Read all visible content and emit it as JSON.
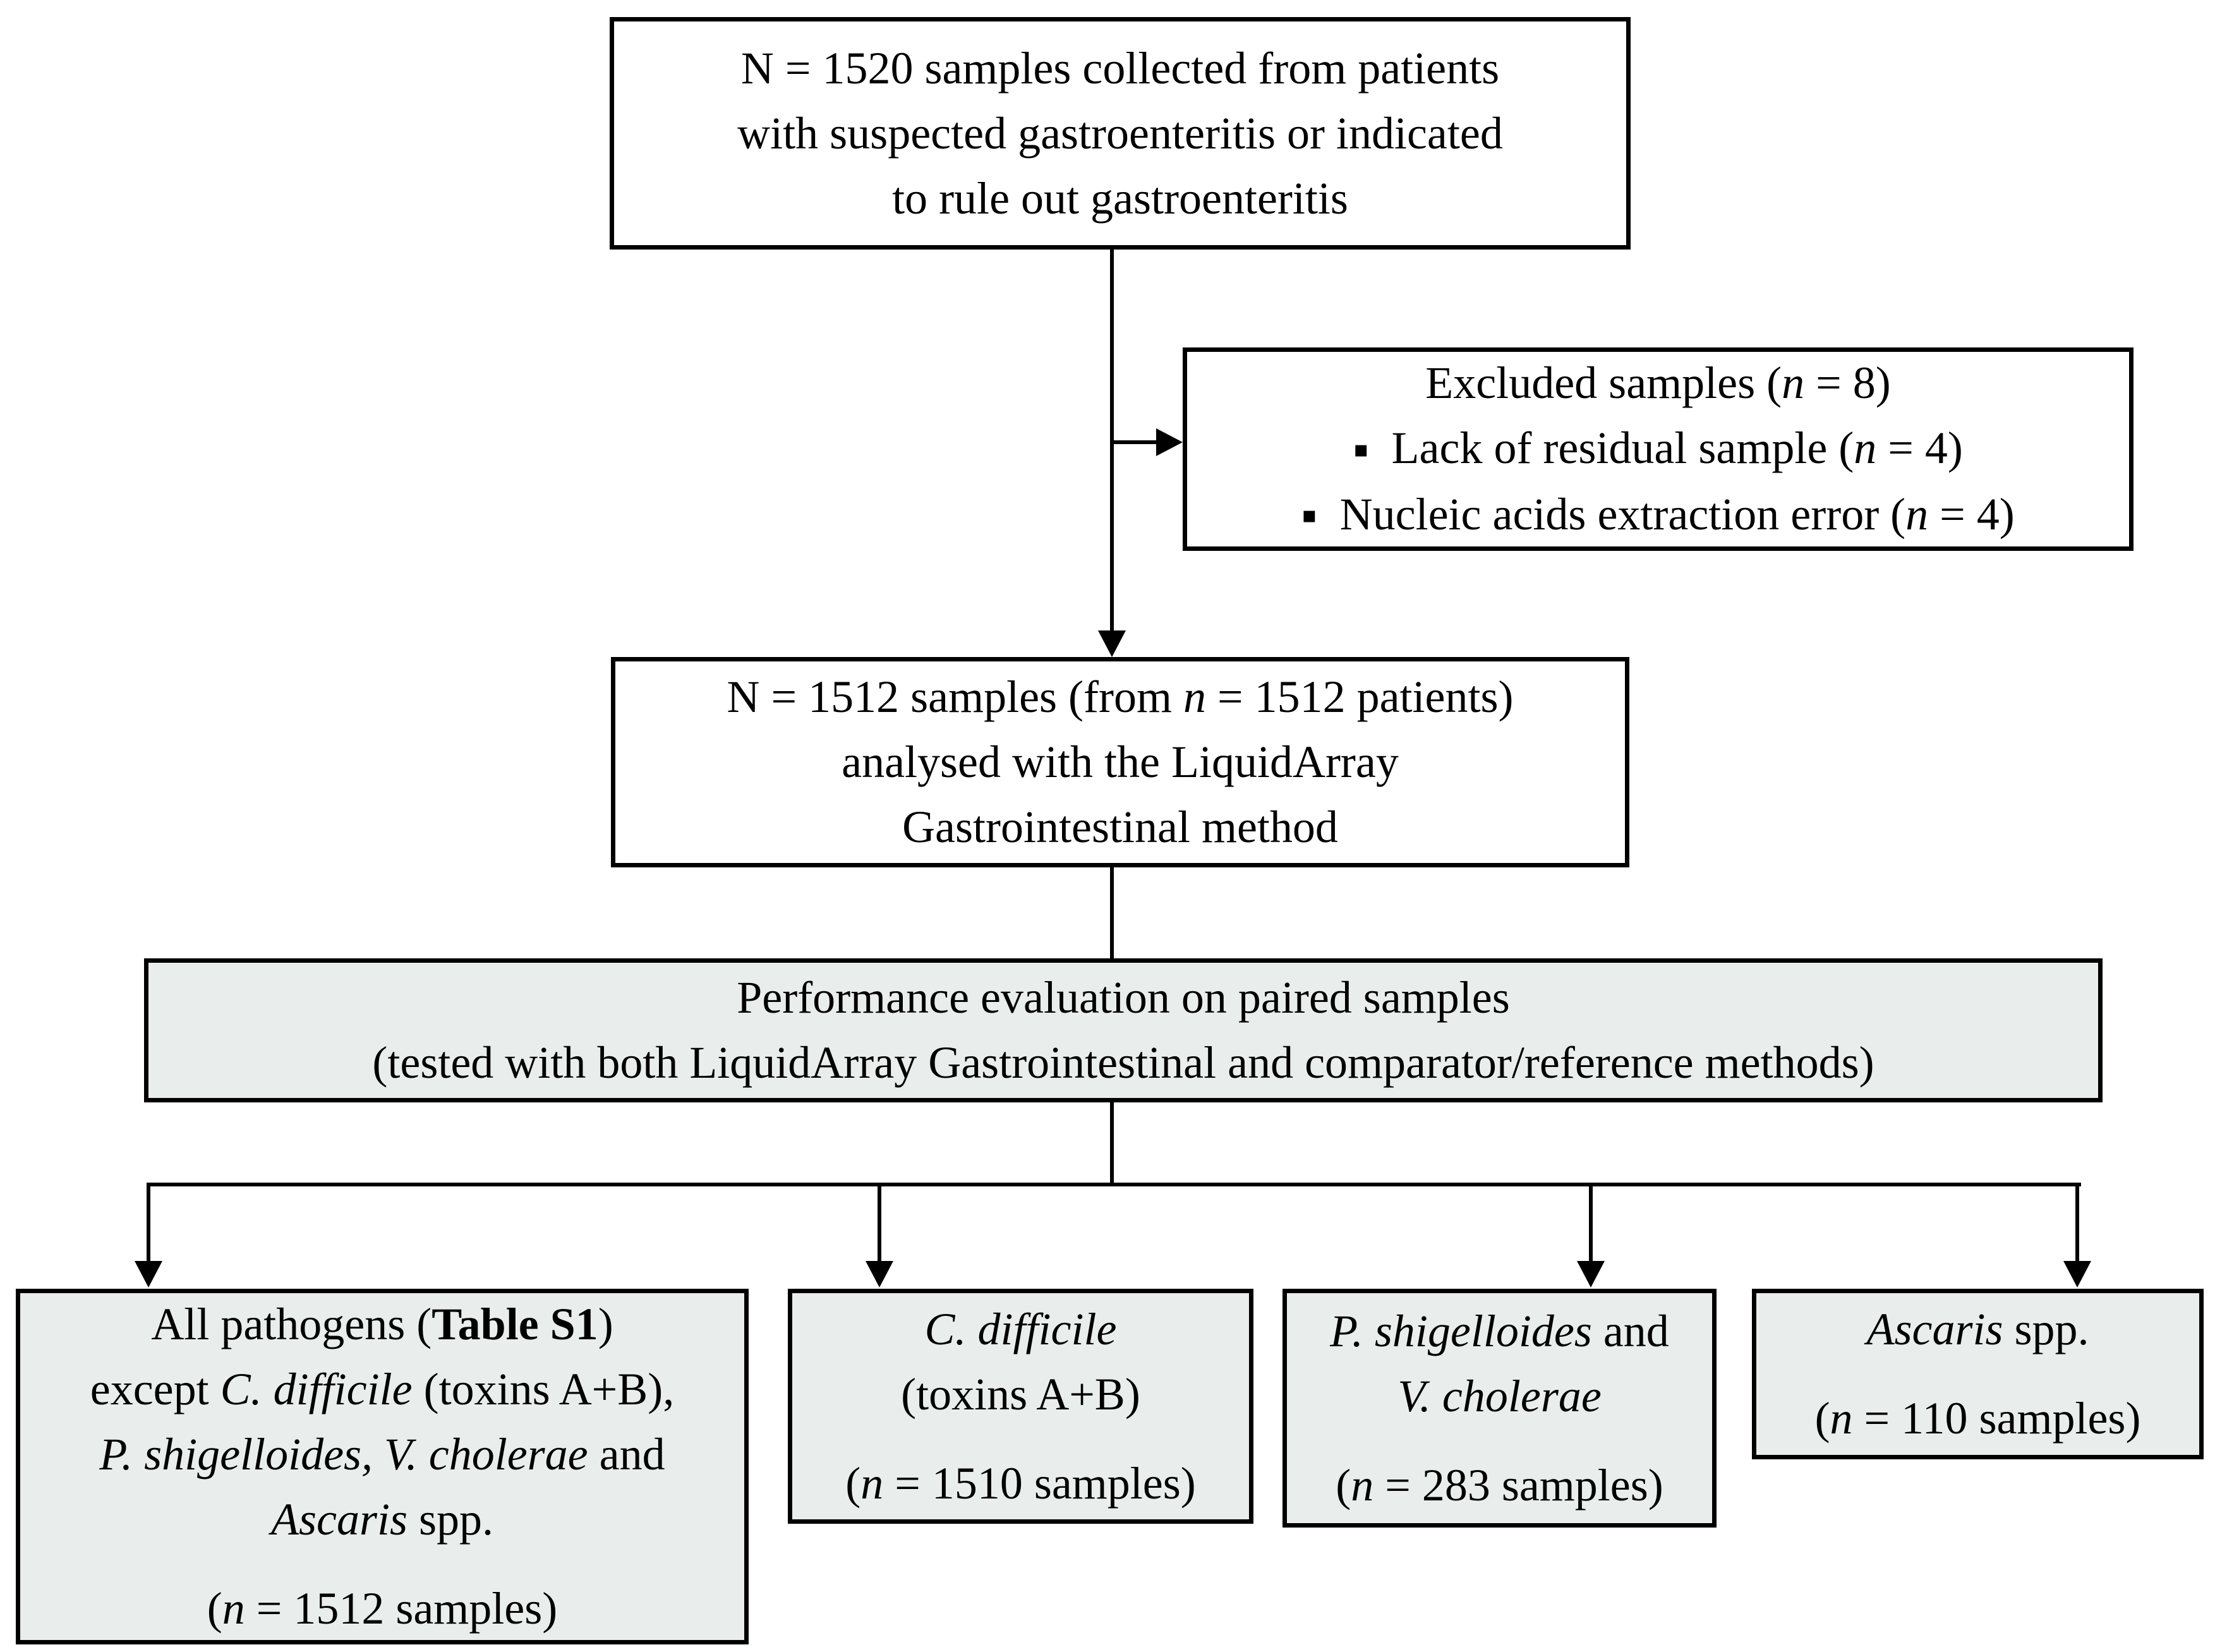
{
  "colors": {
    "line": "#000000",
    "box_border": "#000000",
    "box_fill_white": "#ffffff",
    "box_fill_gray": "#e9edec"
  },
  "diagram": {
    "collected": {
      "lines": [
        {
          "segments": [
            {
              "t": "N = 1520 samples collected from patients"
            }
          ]
        },
        {
          "segments": [
            {
              "t": "with suspected gastroenteritis or indicated"
            }
          ]
        },
        {
          "segments": [
            {
              "t": "to rule out gastroenteritis"
            }
          ]
        }
      ]
    },
    "excluded": {
      "lines": [
        {
          "segments": [
            {
              "t": "Excluded samples ("
            },
            {
              "t": "n",
              "i": true
            },
            {
              "t": " = 8)"
            }
          ]
        },
        {
          "segments": [
            {
              "t": "▪",
              "bullet": true
            },
            {
              "t": "Lack of residual sample ("
            },
            {
              "t": "n",
              "i": true
            },
            {
              "t": " = 4)"
            }
          ]
        },
        {
          "segments": [
            {
              "t": "▪",
              "bullet": true
            },
            {
              "t": "Nucleic acids extraction error ("
            },
            {
              "t": "n",
              "i": true
            },
            {
              "t": " = 4)"
            }
          ]
        }
      ]
    },
    "analysed": {
      "lines": [
        {
          "segments": [
            {
              "t": "N = 1512 samples (from "
            },
            {
              "t": "n",
              "i": true
            },
            {
              "t": " = 1512 patients)"
            }
          ]
        },
        {
          "segments": [
            {
              "t": "analysed with the LiquidArray"
            }
          ]
        },
        {
          "segments": [
            {
              "t": "Gastrointestinal method"
            }
          ]
        }
      ]
    },
    "performance": {
      "lines": [
        {
          "segments": [
            {
              "t": "Performance evaluation on paired samples"
            }
          ]
        },
        {
          "segments": [
            {
              "t": "(tested with both LiquidArray Gastrointestinal and comparator/reference methods)"
            }
          ]
        }
      ]
    },
    "all_pathogens": {
      "lines": [
        {
          "segments": [
            {
              "t": "All pathogens ("
            },
            {
              "t": "Table S1",
              "b": true
            },
            {
              "t": ")"
            }
          ]
        },
        {
          "segments": [
            {
              "t": "except "
            },
            {
              "t": "C. difficile",
              "i": true
            },
            {
              "t": " (toxins A+B),"
            }
          ]
        },
        {
          "segments": [
            {
              "t": "P. shigelloides, V. cholerae",
              "i": true
            },
            {
              "t": " and"
            }
          ]
        },
        {
          "segments": [
            {
              "t": "Ascaris",
              "i": true
            },
            {
              "t": " spp."
            }
          ]
        },
        {
          "gap": true,
          "segments": [
            {
              "t": "("
            },
            {
              "t": "n",
              "i": true
            },
            {
              "t": " = 1512 samples)"
            }
          ]
        }
      ]
    },
    "c_difficile": {
      "lines": [
        {
          "segments": [
            {
              "t": "C. difficile",
              "i": true
            }
          ]
        },
        {
          "segments": [
            {
              "t": "(toxins A+B)"
            }
          ]
        },
        {
          "gap": true,
          "segments": [
            {
              "t": "("
            },
            {
              "t": "n",
              "i": true
            },
            {
              "t": " = 1510 samples)"
            }
          ]
        }
      ]
    },
    "p_shigelloides_v_cholerae": {
      "lines": [
        {
          "segments": [
            {
              "t": "P. shigelloides",
              "i": true
            },
            {
              "t": " and"
            }
          ]
        },
        {
          "segments": [
            {
              "t": "V. cholerae",
              "i": true
            }
          ]
        },
        {
          "gap": true,
          "segments": [
            {
              "t": "("
            },
            {
              "t": "n",
              "i": true
            },
            {
              "t": " = 283 samples)"
            }
          ]
        }
      ]
    },
    "ascaris": {
      "lines": [
        {
          "segments": [
            {
              "t": "Ascaris",
              "i": true
            },
            {
              "t": " spp."
            }
          ]
        },
        {
          "gap": true,
          "segments": [
            {
              "t": "("
            },
            {
              "t": "n",
              "i": true
            },
            {
              "t": " = 110 samples)"
            }
          ]
        }
      ]
    }
  }
}
